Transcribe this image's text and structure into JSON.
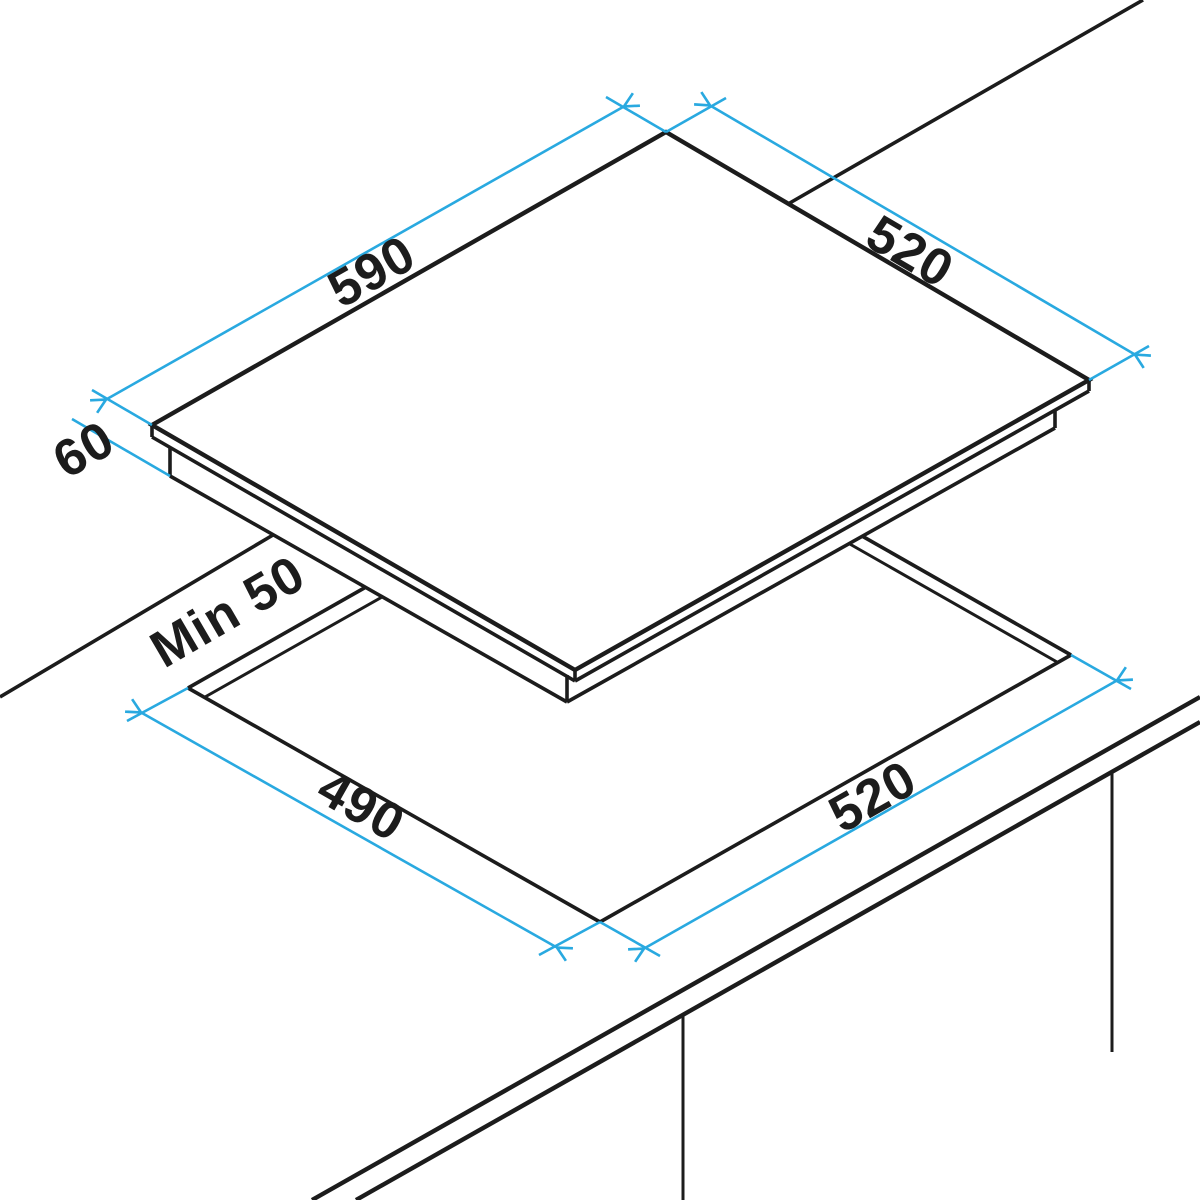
{
  "diagram": {
    "type": "hob-installation-dimension-drawing",
    "units": "mm",
    "colors": {
      "line": "#1c1c1c",
      "dimension": "#29a9e0",
      "background": "#ffffff"
    },
    "dimensions": {
      "hob_width": "590",
      "hob_depth": "520",
      "hob_height": "60",
      "rear_clearance": "Min 50",
      "cutout_width": "490",
      "cutout_depth": "520"
    }
  }
}
